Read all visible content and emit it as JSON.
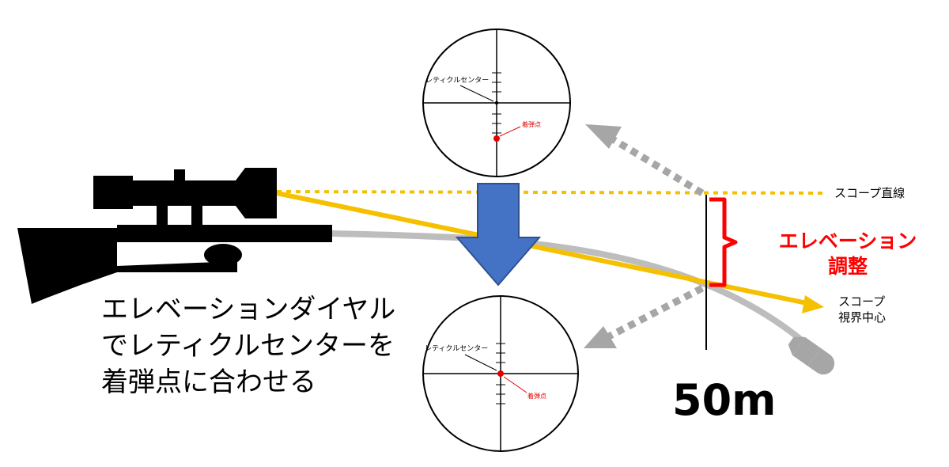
{
  "colors": {
    "scope_line": "#f5c000",
    "trajectory": "#bdbdbd",
    "arrow_fill": "#4472c4",
    "arrow_stroke": "#2f528f",
    "adjust": "#ff0000",
    "gun": "#000000"
  },
  "reticle_top": {
    "center_label": "レティクルセンター",
    "impact_label": "着弾点"
  },
  "reticle_bottom": {
    "center_label": "レティクルセンター",
    "impact_label": "着弾点"
  },
  "labels": {
    "scope_line": "スコープ直線",
    "scope_center_line1": "スコープ",
    "scope_center_line2": "視界中心",
    "elevation_line1": "エレベーション",
    "elevation_line2": "調整",
    "distance": "50m"
  },
  "caption": {
    "line1": "エレベーションダイヤル",
    "line2": "でレティクルセンターを",
    "line3": "着弾点に合わせる"
  }
}
